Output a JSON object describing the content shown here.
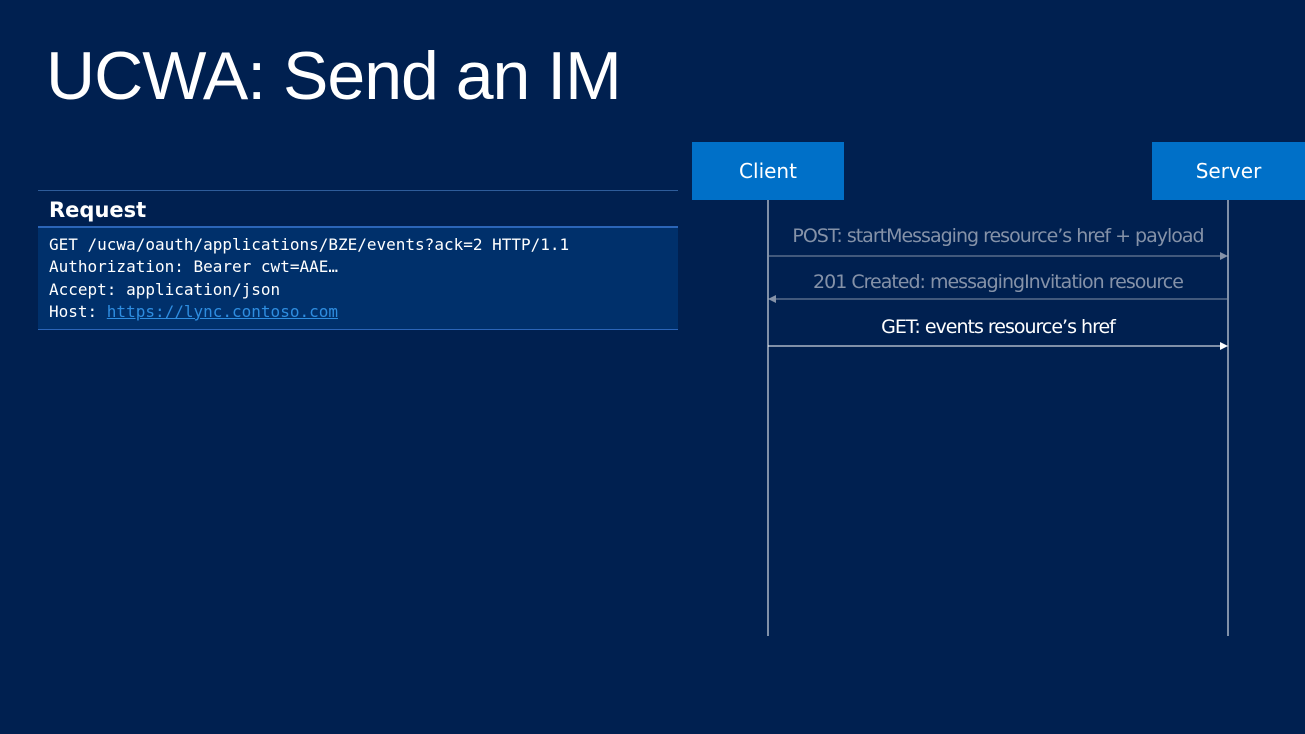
{
  "slide": {
    "title": "UCWA: Send an IM",
    "background_color": "#002050"
  },
  "request": {
    "header": "Request",
    "lines": [
      "GET /ucwa/oauth/applications/BZE/events?ack=2 HTTP/1.1",
      "Authorization: Bearer cwt=AAE…",
      "Accept: application/json"
    ],
    "host_label": "Host: ",
    "host_link": "https://lync.contoso.com"
  },
  "sequence": {
    "actors": {
      "client": "Client",
      "server": "Server"
    },
    "messages": [
      {
        "text": "POST: startMessaging resource’s href + payload",
        "direction": "client-to-server",
        "state": "past"
      },
      {
        "text": "201 Created: messagingInvitation resource",
        "direction": "server-to-client",
        "state": "past"
      },
      {
        "text": "GET: events resource’s href",
        "direction": "client-to-server",
        "state": "current"
      }
    ],
    "colors": {
      "actor_box": "#0070c8",
      "past_message": "#8592a8",
      "current_message": "#ffffff"
    }
  }
}
